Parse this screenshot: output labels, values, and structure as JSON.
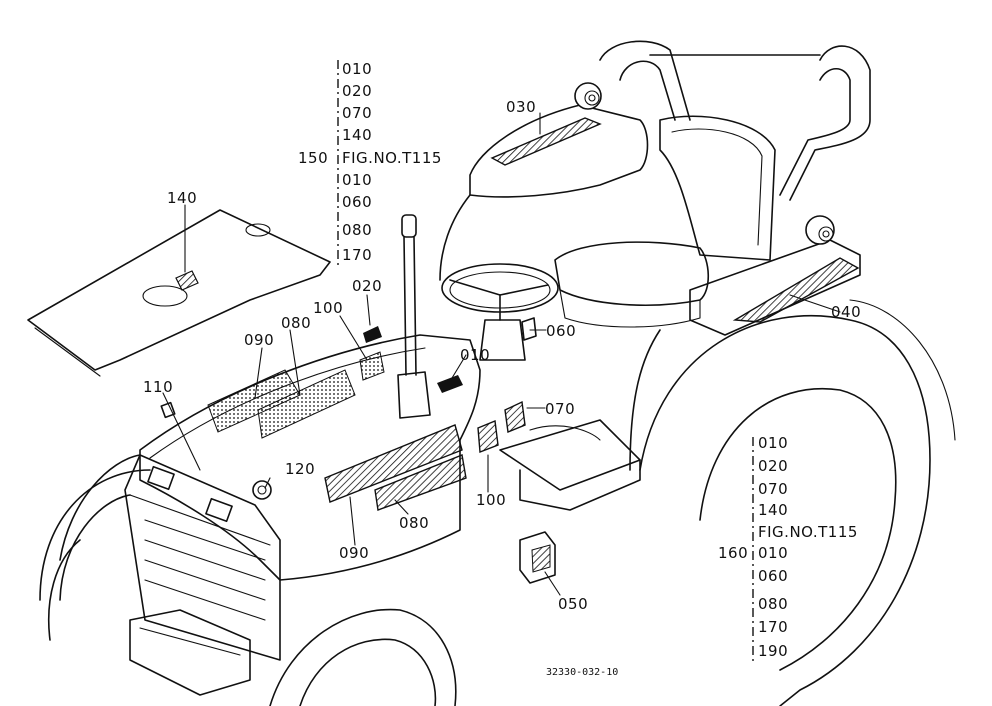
{
  "callouts": {
    "c030": "030",
    "c140": "140",
    "c020": "020",
    "c100_top": "100",
    "c080_top": "080",
    "c090_top": "090",
    "c010": "010",
    "c060": "060",
    "c110": "110",
    "c120": "120",
    "c070": "070",
    "c100_bottom": "100",
    "c080_bottom": "080",
    "c090_bottom": "090",
    "c040": "040",
    "c050": "050"
  },
  "stack_top": {
    "lead": "150",
    "items": [
      "010",
      "020",
      "070",
      "140",
      "FIG.NO.T115",
      "010",
      "060",
      "080",
      "170"
    ]
  },
  "stack_bottom": {
    "lead": "160",
    "items": [
      "010",
      "020",
      "070",
      "140",
      "FIG.NO.T115",
      "010",
      "060",
      "080",
      "170",
      "190"
    ]
  },
  "drawing_number": "32330-032-10"
}
